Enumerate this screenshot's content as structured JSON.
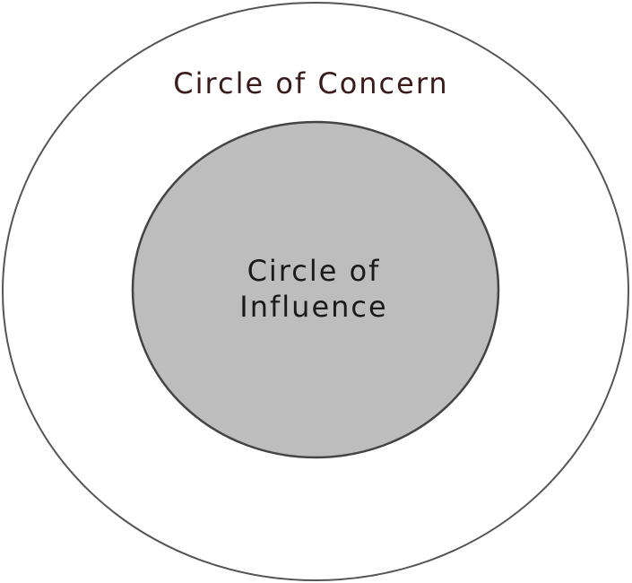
{
  "outer_circle": {
    "label": "Circle of Concern",
    "fill": "#ffffff",
    "stroke": "#555555",
    "label_color": "#3a1a1a"
  },
  "inner_circle": {
    "label_line1": "Circle of",
    "label_line2": "Influence",
    "fill": "#bdbdbd",
    "stroke": "#444444",
    "label_color": "#1a1a1a"
  }
}
